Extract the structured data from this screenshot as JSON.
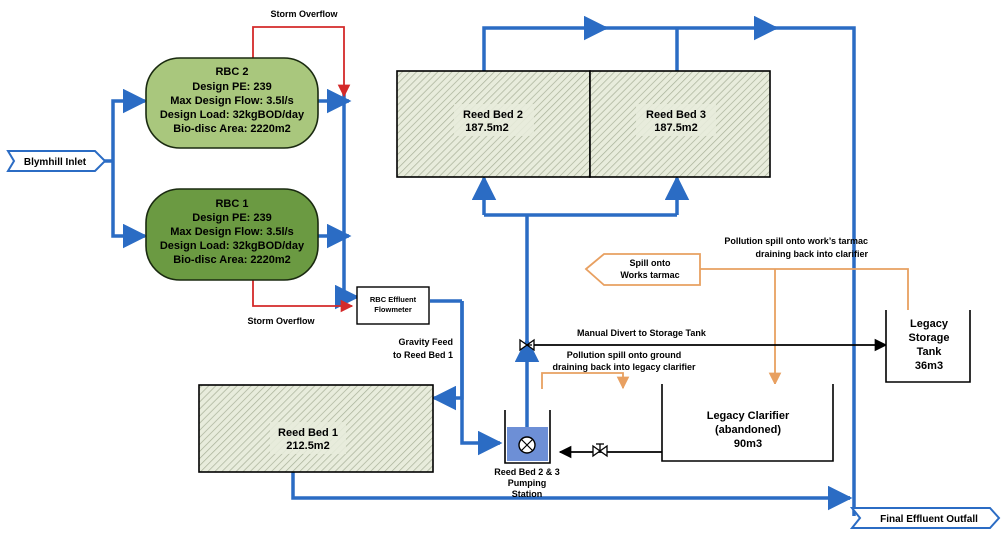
{
  "colors": {
    "flow": "#2b6cc4",
    "overflow": "#d42a2a",
    "spill": "#e8a061",
    "rbc2_fill": "#a9c77d",
    "rbc1_fill": "#6b9a42",
    "tank_line": "#000000"
  },
  "inlet": {
    "label": "Blymhill Inlet"
  },
  "rbc2": {
    "title": "RBC 2",
    "pe": "Design PE: 239",
    "flow": "Max Design Flow: 3.5l/s",
    "load": "Design Load: 32kgBOD/day",
    "area": "Bio-disc Area: 2220m2"
  },
  "rbc1": {
    "title": "RBC 1",
    "pe": "Design PE: 239",
    "flow": "Max Design Flow: 3.5l/s",
    "load": "Design Load: 32kgBOD/day",
    "area": "Bio-disc Area: 2220m2"
  },
  "storm_overflow_top": "Storm Overflow",
  "storm_overflow_bottom": "Storm Overflow",
  "flowmeter": {
    "line1": "RBC Effluent",
    "line2": "Flowmeter"
  },
  "reed_bed_2": {
    "name": "Reed Bed 2",
    "area": "187.5m2"
  },
  "reed_bed_3": {
    "name": "Reed Bed 3",
    "area": "187.5m2"
  },
  "reed_bed_1": {
    "name": "Reed Bed 1",
    "area": "212.5m2"
  },
  "gravity_feed": {
    "line1": "Gravity Feed",
    "line2": "to Reed Bed 1"
  },
  "pumping_station": {
    "line1": "Reed Bed 2 & 3",
    "line2": "Pumping",
    "line3": "Station"
  },
  "manual_divert": "Manual Divert to Storage Tank",
  "spill_tarmac_note": {
    "line1": "Pollution spill onto work’s tarmac",
    "line2": "draining back into clarifier"
  },
  "spill_ground_note": {
    "line1": "Pollution spill onto ground",
    "line2": "draining back into legacy clarifier"
  },
  "spill_arrow": {
    "line1": "Spill onto",
    "line2": "Works tarmac"
  },
  "legacy_clarifier": {
    "line1": "Legacy Clarifier",
    "line2": "(abandoned)",
    "line3": "90m3"
  },
  "legacy_tank": {
    "line1": "Legacy",
    "line2": "Storage",
    "line3": "Tank",
    "line4": "36m3"
  },
  "final_outfall": {
    "label": "Final Effluent Outfall"
  }
}
